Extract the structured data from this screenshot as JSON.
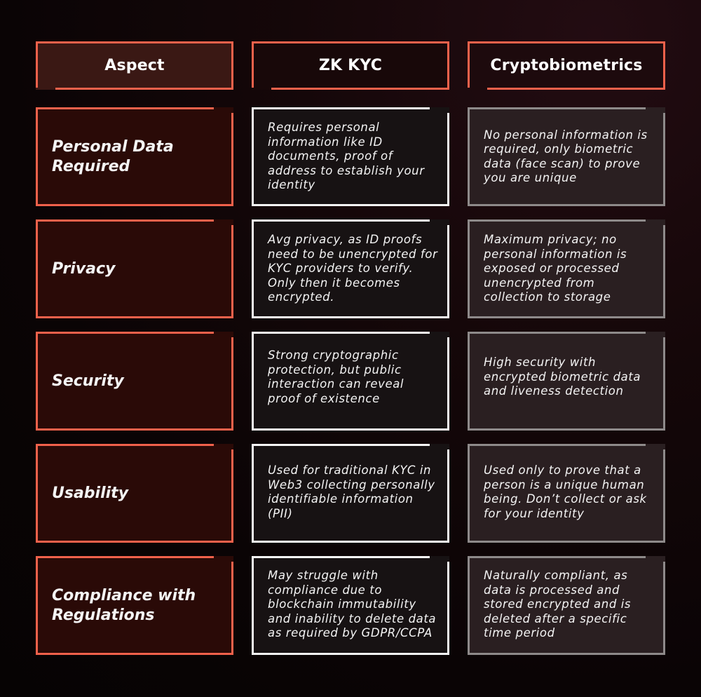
{
  "colors": {
    "accent": "#f0614b",
    "zk_border": "#f6f6f6",
    "cb_border": "#8e8a8a",
    "aspect_fill": "#2a0a07",
    "zk_fill": "#171213",
    "cb_fill": "#2a1f21",
    "background": "#0a0405"
  },
  "table": {
    "headers": [
      "Aspect",
      "ZK KYC",
      "Cryptobiometrics"
    ],
    "rows": [
      {
        "aspect": "Personal Data Required",
        "zk_kyc": "Requires personal information like ID documents, proof of address to establish your identity",
        "cryptobiometrics": "No personal information is required, only biometric data (face scan) to prove you are unique"
      },
      {
        "aspect": "Privacy",
        "zk_kyc": "Avg privacy, as ID proofs need to be unencrypted for KYC providers to verify. Only then it becomes encrypted.",
        "cryptobiometrics": "Maximum privacy; no personal information is exposed or processed unencrypted from collection to storage"
      },
      {
        "aspect": "Security",
        "zk_kyc": "Strong cryptographic protection, but public interaction can reveal proof of existence",
        "cryptobiometrics": "High security with encrypted biometric data and liveness detection"
      },
      {
        "aspect": "Usability",
        "zk_kyc": "Used for traditional KYC in Web3 collecting personally identifiable information (PII)",
        "cryptobiometrics": "Used only to prove that a person is a unique human being. Don’t collect or ask for your identity"
      },
      {
        "aspect": "Compliance with Regulations",
        "zk_kyc": "May struggle with compliance due to blockchain immutability and inability to delete data as required by GDPR/CCPA",
        "cryptobiometrics": "Naturally compliant, as data is processed and stored encrypted and is deleted after a specific time period"
      }
    ]
  }
}
